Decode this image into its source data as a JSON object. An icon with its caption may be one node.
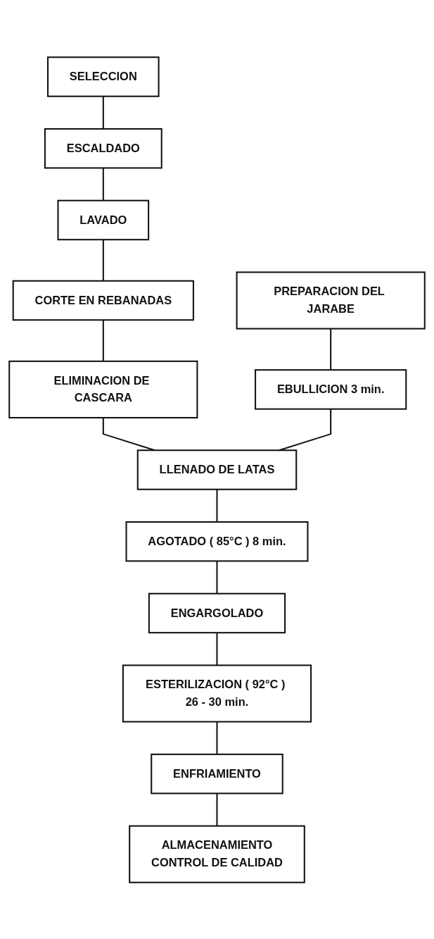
{
  "diagram": {
    "nodes": [
      {
        "text": [
          "SELECCION"
        ]
      },
      {
        "text": [
          "ESCALDADO"
        ]
      },
      {
        "text": [
          "LAVADO"
        ]
      },
      {
        "text": [
          "CORTE EN REBANADAS"
        ]
      },
      {
        "text": [
          "PREPARACION DEL JARABE"
        ]
      },
      {
        "text": [
          "ELIMINACION DE CASCARA"
        ]
      },
      {
        "text": [
          "EBULLICION 3 min."
        ]
      },
      {
        "text": [
          "LLENADO DE LATAS"
        ]
      },
      {
        "text": [
          "AGOTADO ( 85°C ) 8 min."
        ]
      },
      {
        "text": [
          "ENGARGOLADO"
        ]
      },
      {
        "text": [
          "ESTERILIZACION ( 92°C ) 26 - 30 min."
        ]
      },
      {
        "text": [
          "ALMACENAMIENTO",
          "CONTROL DE CALIDAD"
        ]
      },
      {
        "text": [
          "ENFRIAMIENTO"
        ]
      }
    ],
    "edges": [
      {
        "from": 0,
        "to": 1,
        "arrow": "none"
      },
      {
        "from": 1,
        "to": 2,
        "arrow": "none"
      },
      {
        "from": 2,
        "to": 3,
        "arrow": "none"
      },
      {
        "from": 3,
        "to": 5,
        "arrow": "none"
      },
      {
        "from": 5,
        "to": 7,
        "arrow": "none"
      },
      {
        "from": 4,
        "to": 6,
        "arrow": "none"
      },
      {
        "from": 6,
        "to": 7,
        "arrow": "none"
      },
      {
        "from": 7,
        "to": 8,
        "arrow": "none"
      },
      {
        "from": 8,
        "to": 9,
        "arrow": "none"
      },
      {
        "from": 9,
        "to": 10,
        "arrow": "none"
      },
      {
        "from": 10,
        "to": 12,
        "arrow": "none"
      },
      {
        "from": 12,
        "to": 11,
        "arrow": "none"
      }
    ]
  }
}
